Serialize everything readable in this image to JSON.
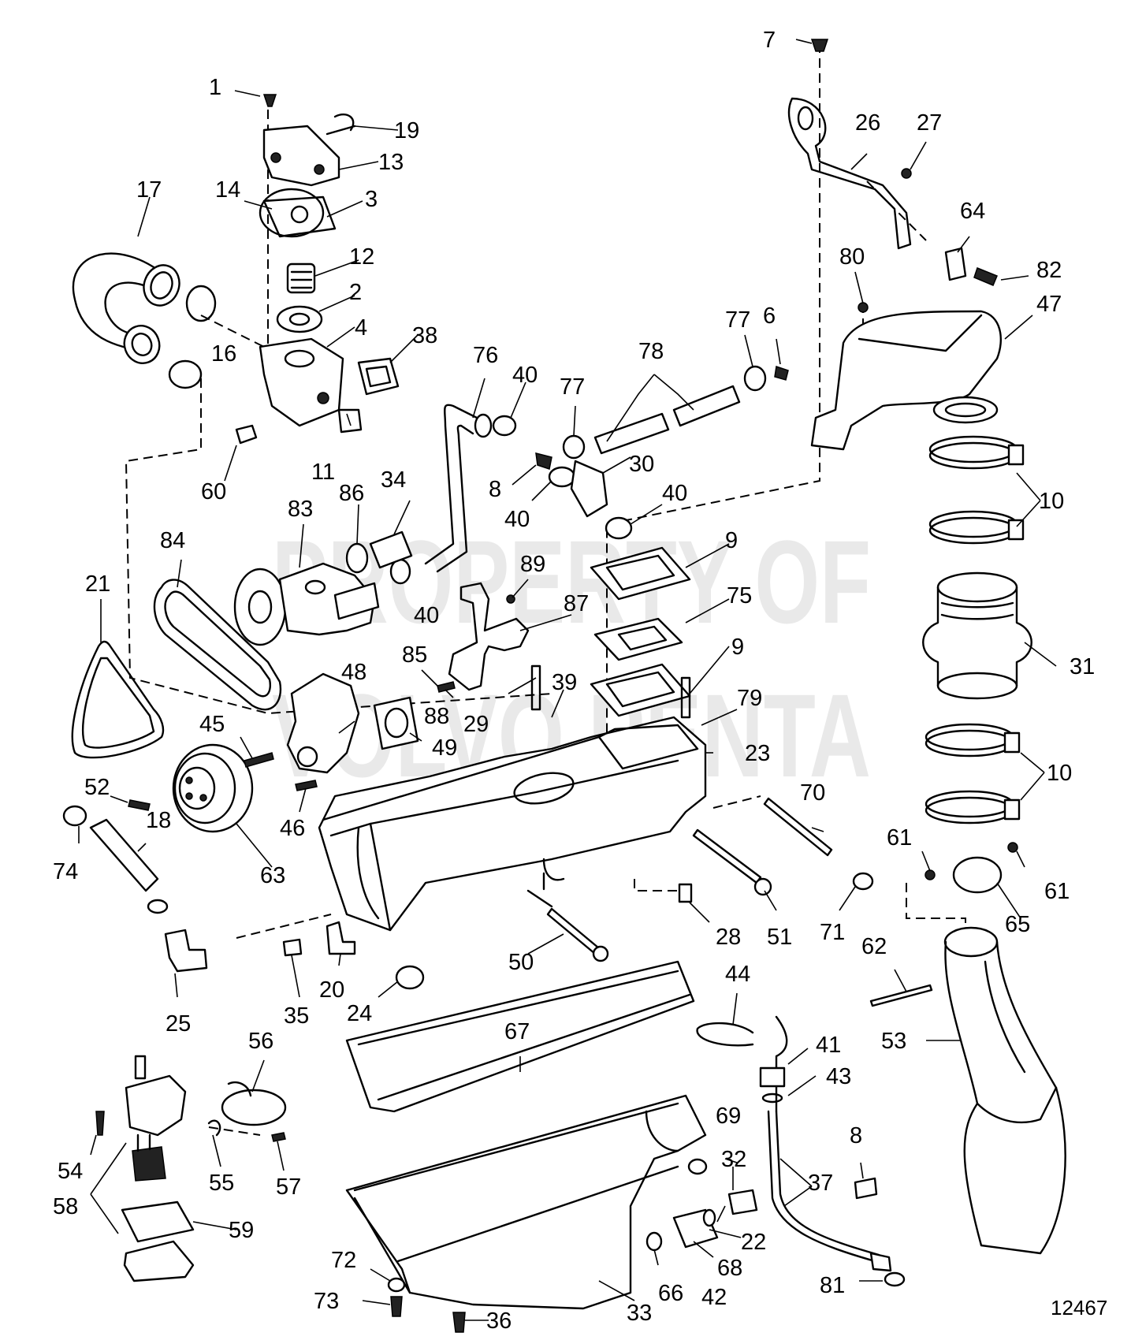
{
  "watermark": {
    "line1": "PROPERTY OF",
    "line2": "VOLVO PENTA"
  },
  "figure_ref": "12467",
  "callouts": [
    "1",
    "2",
    "3",
    "4",
    "6",
    "7",
    "8",
    "8",
    "9",
    "9",
    "10",
    "10",
    "11",
    "12",
    "13",
    "14",
    "16",
    "17",
    "18",
    "19",
    "20",
    "21",
    "22",
    "23",
    "24",
    "25",
    "26",
    "27",
    "28",
    "29",
    "30",
    "31",
    "32",
    "33",
    "34",
    "35",
    "36",
    "37",
    "38",
    "39",
    "40",
    "40",
    "40",
    "40",
    "41",
    "42",
    "43",
    "44",
    "45",
    "46",
    "47",
    "48",
    "49",
    "50",
    "51",
    "52",
    "53",
    "54",
    "55",
    "56",
    "57",
    "58",
    "59",
    "60",
    "61",
    "61",
    "62",
    "63",
    "64",
    "65",
    "66",
    "67",
    "68",
    "69",
    "70",
    "71",
    "72",
    "73",
    "74",
    "75",
    "76",
    "77",
    "77",
    "78",
    "79",
    "80",
    "81",
    "82",
    "83",
    "84",
    "85",
    "86",
    "87",
    "88",
    "89"
  ]
}
